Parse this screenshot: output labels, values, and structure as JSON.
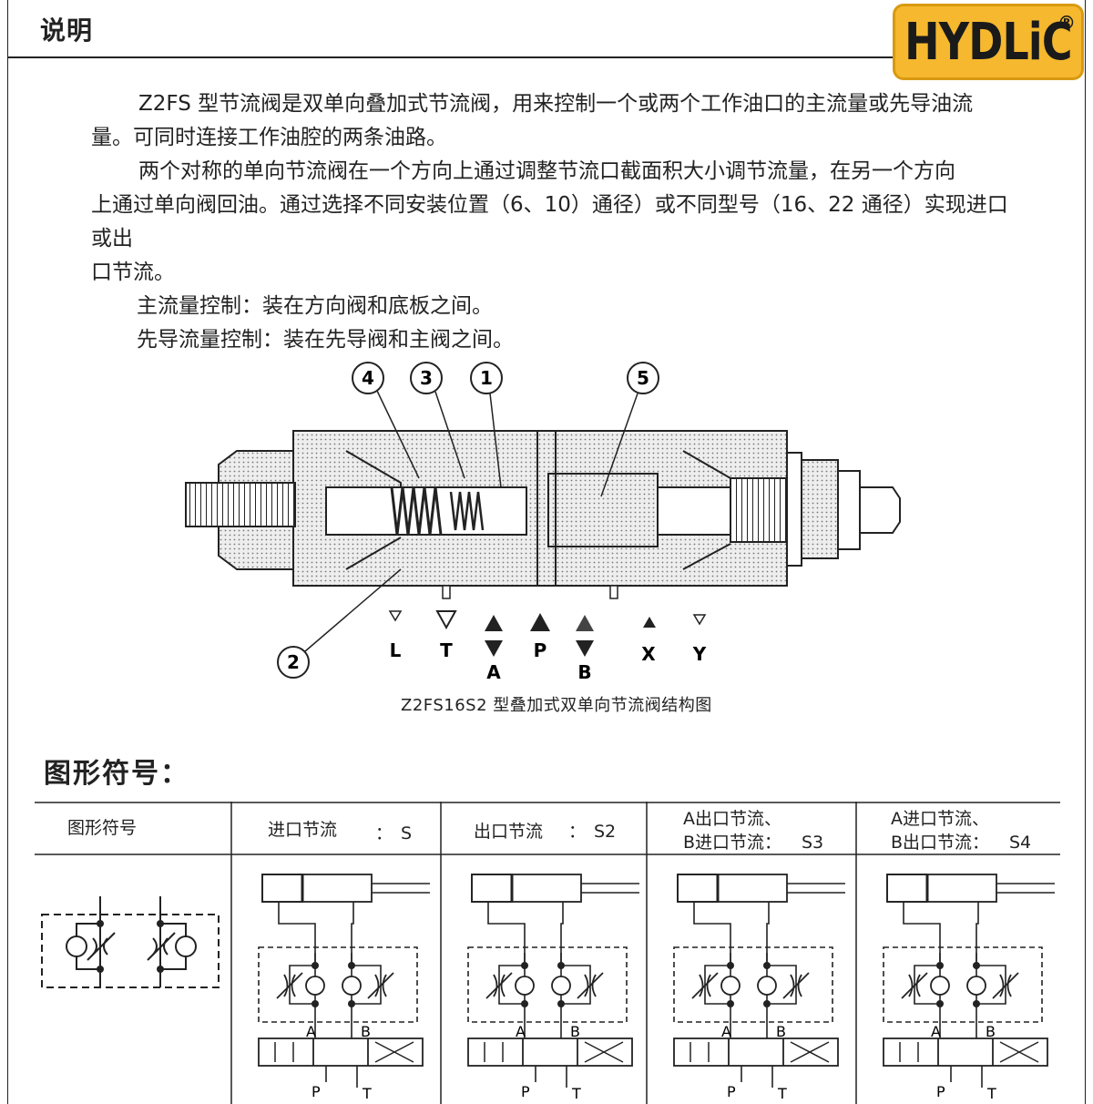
{
  "header": {
    "title": "说明",
    "logo_text": "HYDLiC",
    "logo_mark": "®"
  },
  "intro": {
    "para1_line1": "Z2FS 型节流阀是双单向叠加式节流阀，用来控制一个或两个工作油口的主流量或先导油流",
    "para1_line2": "量。可同时连接工作油腔的两条油路。",
    "para2_line1": "两个对称的单向节流阀在一个方向上通过调整节流口截面积大小调节流量，在另一个方向",
    "para2_line2": "上通过单向阀回油。通过选择不同安装位置（6、10）通径）或不同型号（16、22 通径）实现进口或出",
    "para2_line3": "口节流。",
    "main_flow": "主流量控制：装在方向阀和底板之间。",
    "pilot_flow": "先导流量控制：装在先导阀和主阀之间。"
  },
  "diagram": {
    "callouts": [
      "4",
      "3",
      "1",
      "5",
      "2"
    ],
    "ports": [
      "L",
      "T",
      "A",
      "P",
      "B",
      "X",
      "Y"
    ],
    "caption": "Z2FS16S2 型叠加式双单向节流阀结构图"
  },
  "symbols": {
    "title": "图形符号：",
    "col_symbol": "图形符号",
    "col_s": "进口节流",
    "col_s_code": "S",
    "col_s2": "出口节流",
    "col_s2_code": "S2",
    "col_s3_line1": "A出口节流、",
    "col_s3_line2": "B进口节流：",
    "col_s3_code": "S3",
    "col_s4_line1": "A进口节流、",
    "col_s4_line2": "B出口节流：",
    "col_s4_code": "S4",
    "label_a": "A",
    "label_b": "B",
    "label_p": "P",
    "label_t": "T"
  }
}
